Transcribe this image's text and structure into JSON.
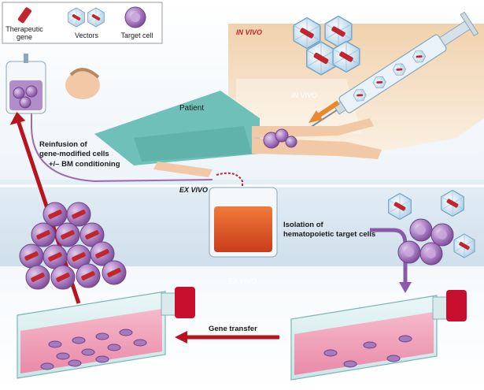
{
  "legend": {
    "therapeutic_gene_line1": "Therapeutic",
    "therapeutic_gene_line2": "gene",
    "vectors": "Vectors",
    "target_cell": "Target cell"
  },
  "labels": {
    "in_vivo_top": "IN VIVO",
    "in_vivo_faded": "IN VIVO",
    "patient": "Patient",
    "reinfusion_line1": "Reinfusion of",
    "reinfusion_line2": "gene-modified cells",
    "reinfusion_line3": "+/– BM conditioning",
    "ex_vivo_mid": "EX VIVO",
    "isolation_line1": "Isolation of",
    "isolation_line2": "hematopoietic target cells",
    "ex_vivo_faded": "EX VIVO",
    "gene_transfer": "Gene transfer"
  },
  "colors": {
    "in_vivo_panel": "#f3dcc0",
    "ex_vivo_band": "#d5e4ef",
    "cell_purple": "#9c6ab3",
    "gene_red": "#c0262c",
    "arrow_red": "#b8141e",
    "arrow_orange": "#e8892c",
    "arrow_purple": "#8a5aa8",
    "blood_bag": "#e2552a",
    "patient_skin": "#f2c9a6",
    "gown": "#6fc0b8",
    "flask_liquid": "#ec9fb8"
  }
}
